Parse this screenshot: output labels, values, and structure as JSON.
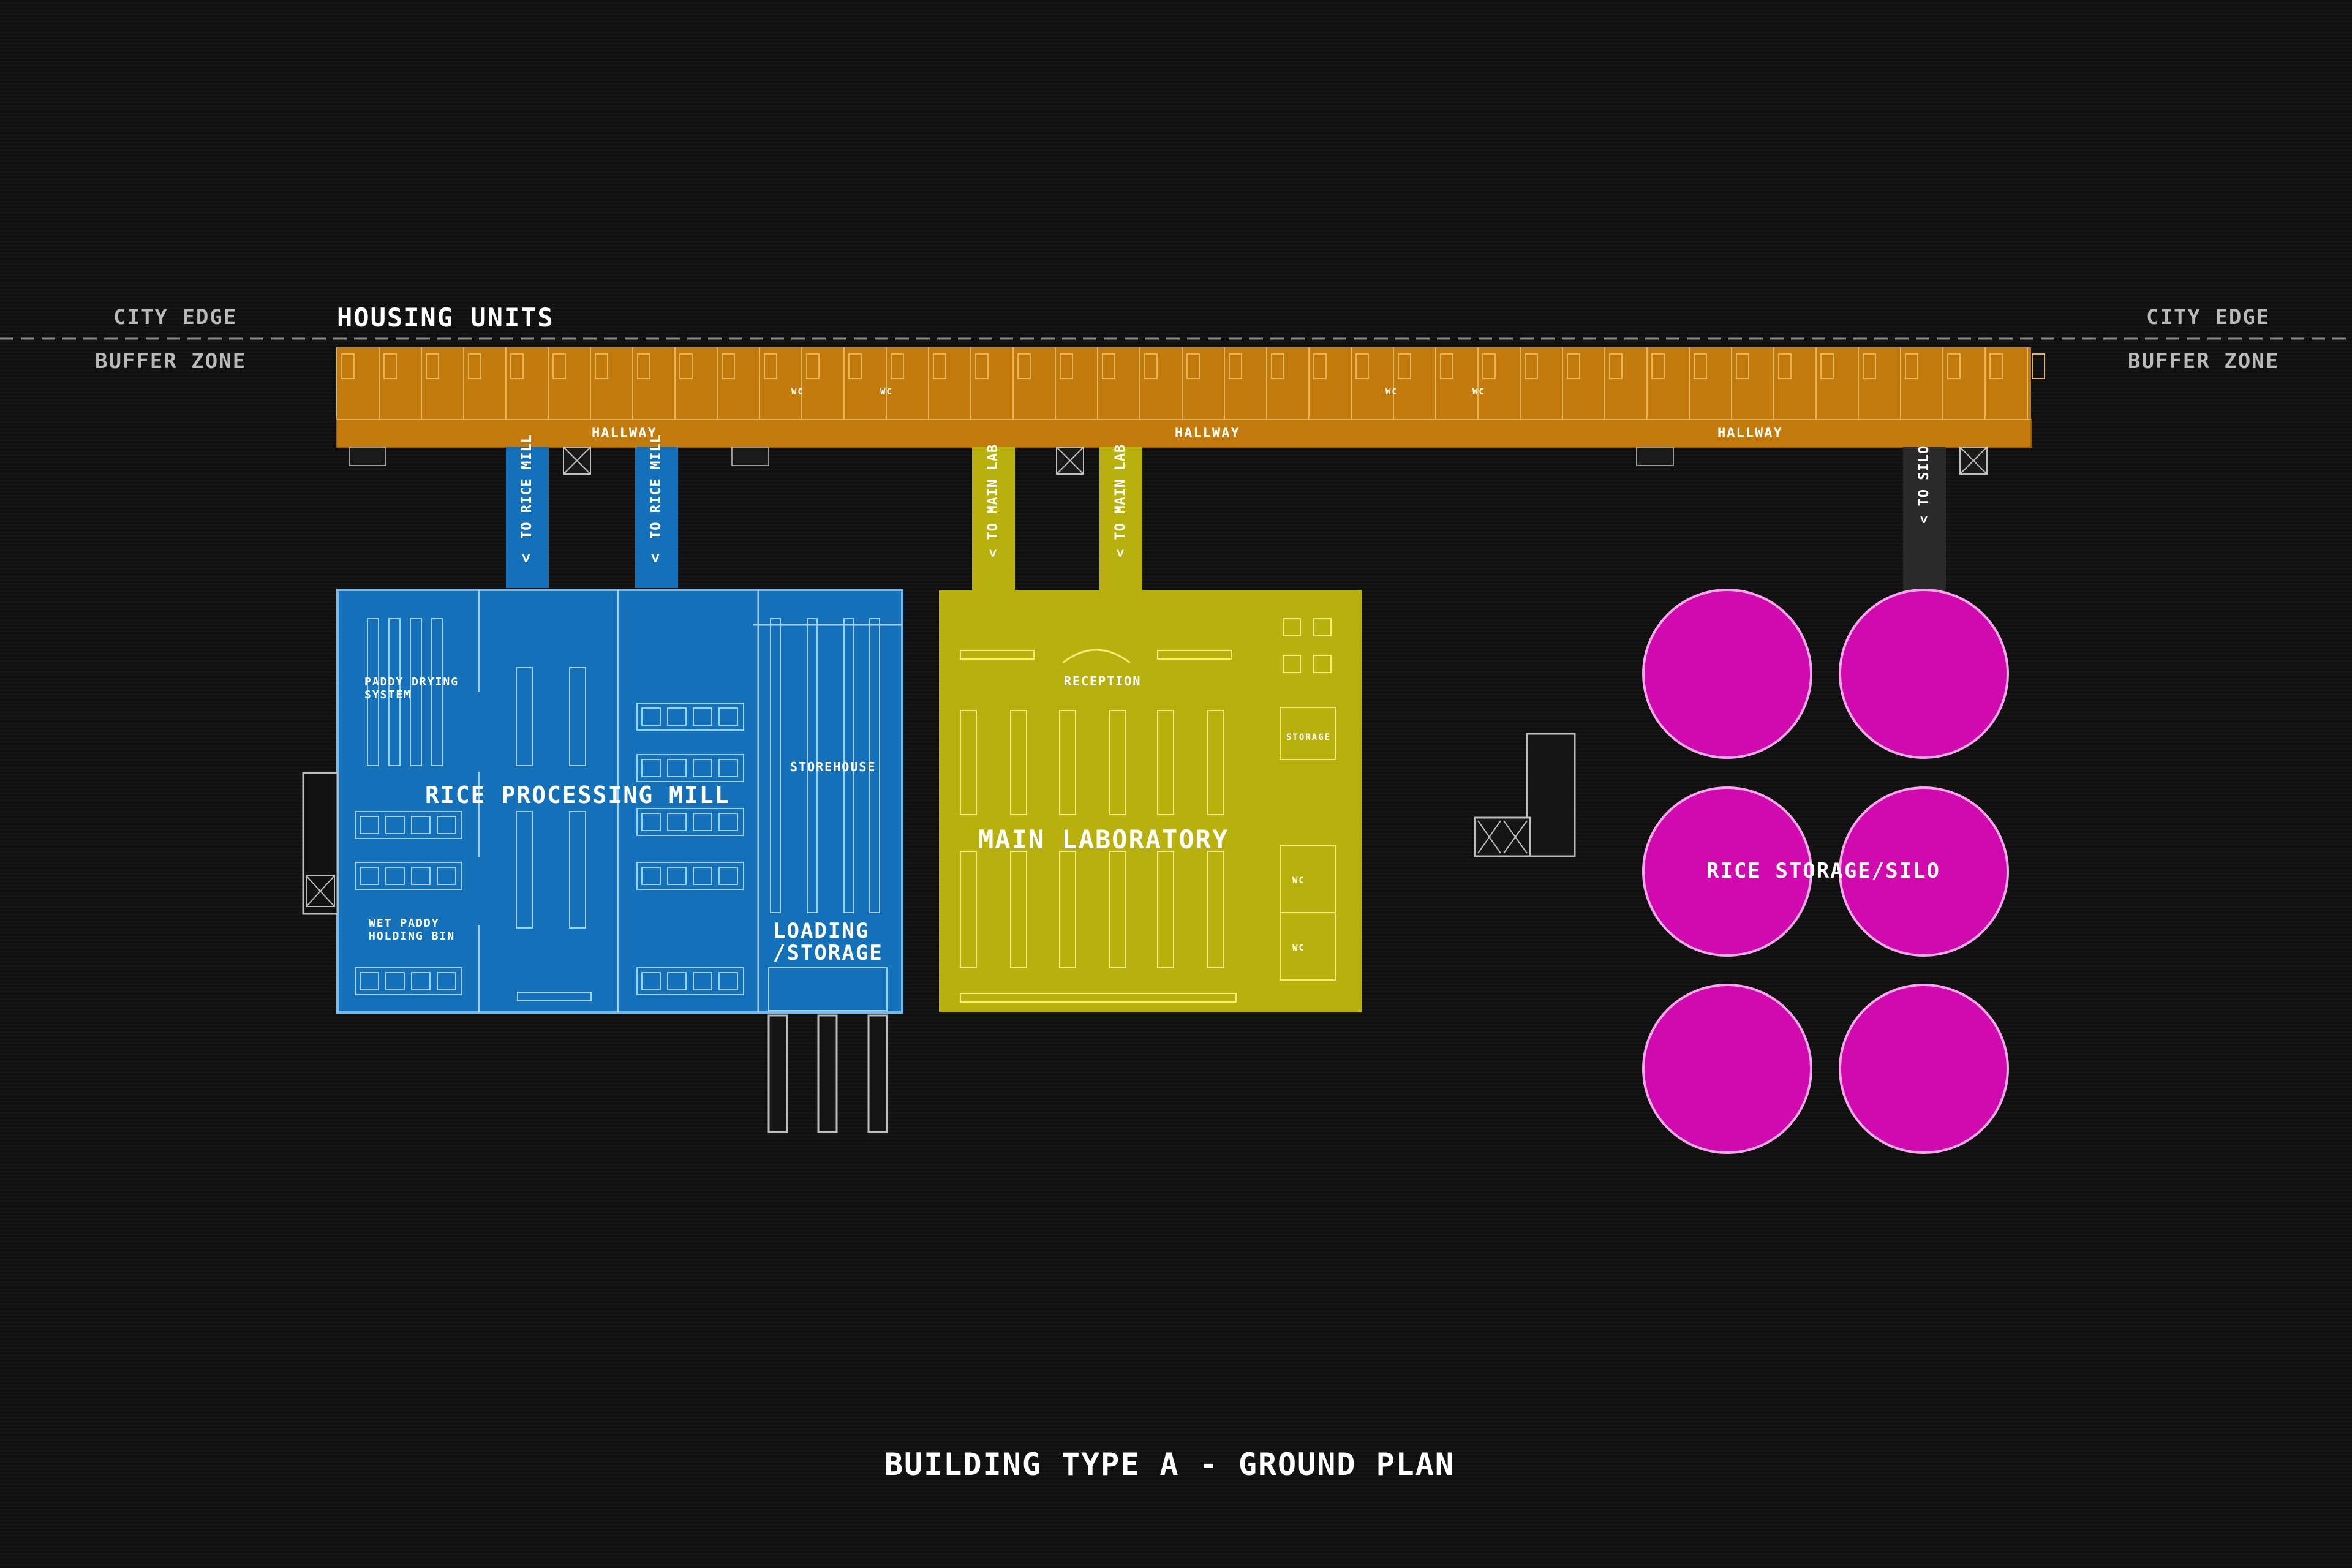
{
  "edges": {
    "city_edge_left": "CITY EDGE",
    "buffer_zone_left": "BUFFER ZONE",
    "city_edge_right": "CITY EDGE",
    "buffer_zone_right": "BUFFER ZONE"
  },
  "housing": {
    "title": "HOUSING UNITS",
    "hallway_labels": [
      "HALLWAY",
      "HALLWAY",
      "HALLWAY"
    ],
    "wc_label": "WC"
  },
  "connectors": {
    "to_rice_mill_1": "TO RICE MILL",
    "to_rice_mill_2": "TO RICE MILL",
    "to_main_lab_1": "< TO MAIN LAB",
    "to_main_lab_2": "< TO MAIN LAB",
    "to_silo": "< TO SILO",
    "chevron": "<"
  },
  "rice_mill": {
    "title": "RICE PROCESSING MILL",
    "paddy_drying": [
      "PADDY DRYING",
      "SYSTEM"
    ],
    "wet_paddy": [
      "WET PADDY",
      "HOLDING BIN"
    ],
    "storehouse": "STOREHOUSE",
    "loading": [
      "LOADING",
      "/STORAGE"
    ]
  },
  "lab": {
    "title": "MAIN LABORATORY",
    "reception": "RECEPTION",
    "storage": "STORAGE",
    "wc": "WC"
  },
  "silo": {
    "title": "RICE STORAGE/SILO"
  },
  "footer": {
    "title": "BUILDING TYPE A - GROUND PLAN"
  },
  "colors": {
    "housing": "#c27a0c",
    "mill": "#1470b8",
    "lab": "#b8b00c",
    "silo": "#d00aae",
    "background": "#0b0b0b"
  }
}
